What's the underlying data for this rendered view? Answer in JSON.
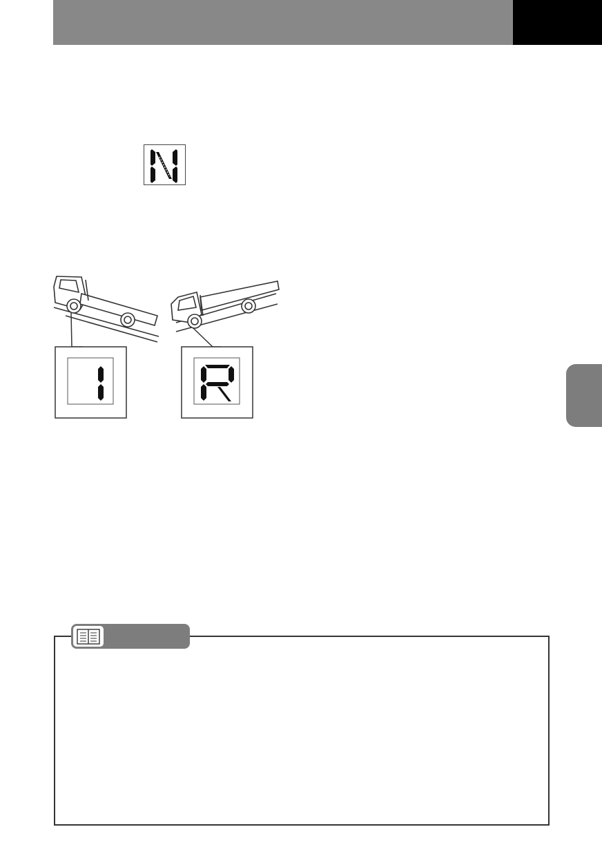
{
  "header": {
    "bar_color": "#888888",
    "corner_color": "#000000"
  },
  "gear_indicator": {
    "displayed_symbol": "N"
  },
  "illustration": {
    "uphill_display": "1",
    "downhill_display": "R"
  },
  "side_tab": {
    "color": "#7d7d7d"
  },
  "note": {
    "icon": "book-icon",
    "tab_color": "#7d7d7d"
  }
}
